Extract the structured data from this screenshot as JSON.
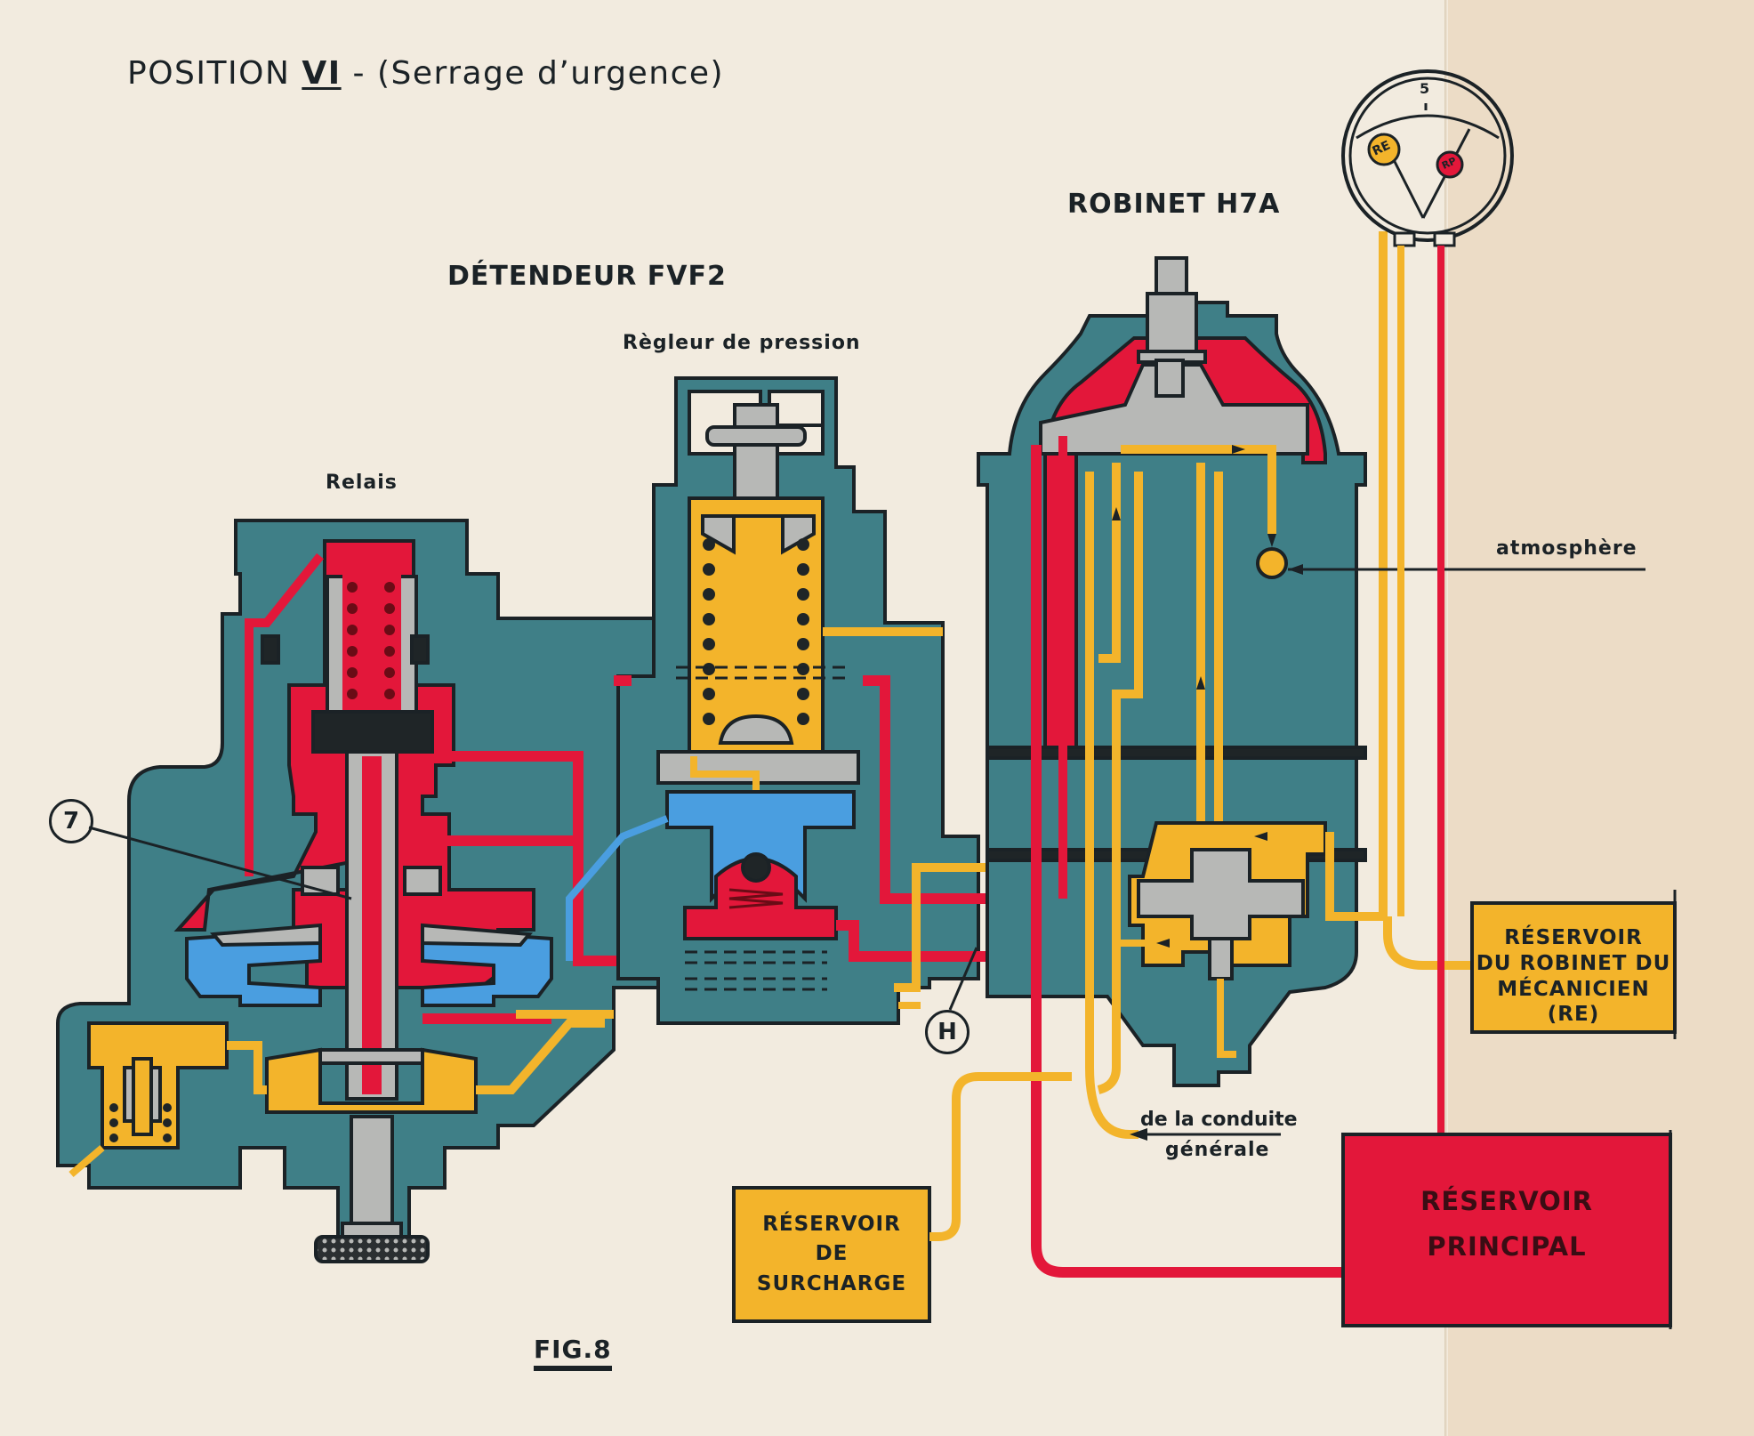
{
  "title": {
    "prefix": "POSITION ",
    "roman": "VI",
    "suffix": " - (Serrage d’urgence)"
  },
  "headings": {
    "robinet": "ROBINET H7A",
    "detendeur": "DÉTENDEUR FVF2",
    "regleur": "Règleur de pression",
    "relais": "Relais"
  },
  "labels": {
    "atmosphere": "atmosphère",
    "conduite_line1": "de la conduite",
    "conduite_line2": "générale",
    "figure": "FIG.8"
  },
  "callouts": {
    "part_7": "7",
    "part_H": "H"
  },
  "gauge": {
    "scale_mark": "5",
    "needle_yellow_label": "RE",
    "needle_red_label": "RP"
  },
  "reservoirs": {
    "re": [
      "RÉSERVOIR",
      "DU ROBINET DU",
      "MÉCANICIEN",
      "(RE)"
    ],
    "surcharge": [
      "RÉSERVOIR",
      "DE",
      "SURCHARGE"
    ],
    "principal": [
      "RÉSERVOIR",
      "PRINCIPAL"
    ]
  },
  "colors": {
    "paper": "#f2ebdf",
    "body_teal": "#3f7f87",
    "main_reservoir_red": "#e3173a",
    "re_yellow": "#f3b42b",
    "brake_blue": "#4a9ee0",
    "metal_gray": "#b7b8b6",
    "ink": "#1b2226"
  }
}
